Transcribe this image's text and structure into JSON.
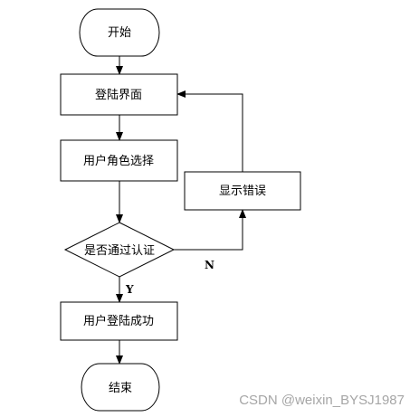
{
  "flowchart": {
    "start": "开始",
    "login_screen": "登陆界面",
    "role_select": "用户角色选择",
    "decision": "是否通过认证",
    "success": "用户登陆成功",
    "end": "结束",
    "error": "显示错误",
    "label_no": "N",
    "label_yes": "Y"
  },
  "watermark": "CSDN @weixin_BYSJ1987"
}
